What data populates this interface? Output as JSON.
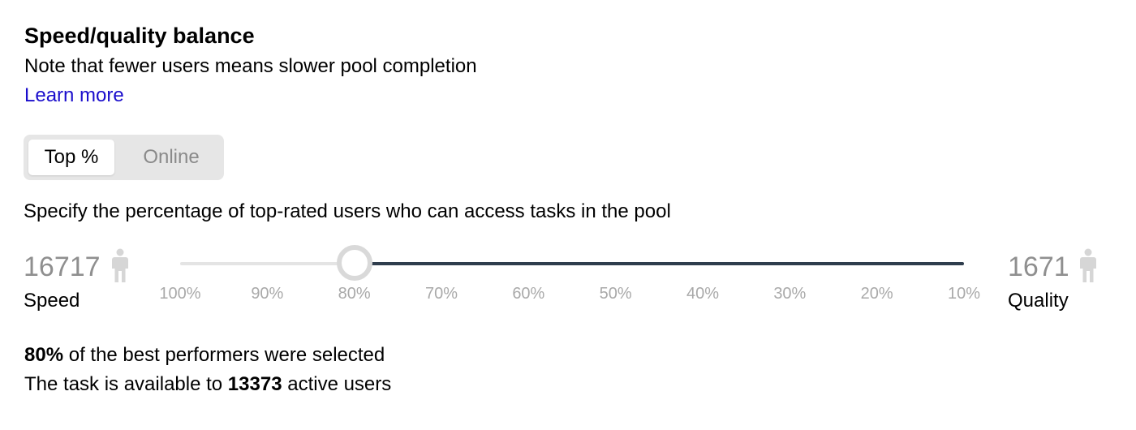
{
  "header": {
    "title": "Speed/quality balance",
    "note": "Note that fewer users means slower pool completion",
    "learn_more": "Learn more"
  },
  "mode_toggle": {
    "options": [
      "Top %",
      "Online"
    ],
    "selected": "Top %"
  },
  "description": "Specify the percentage of top-rated users who can access tasks in the pool",
  "slider": {
    "left_count": "16717",
    "left_label": "Speed",
    "right_count": "1671",
    "right_label": "Quality",
    "ticks": [
      "100%",
      "90%",
      "80%",
      "70%",
      "60%",
      "50%",
      "40%",
      "30%",
      "20%",
      "10%"
    ],
    "selected_percent": 80,
    "min_percent": 100,
    "max_percent": 10
  },
  "summary": {
    "line1_value": "80%",
    "line1_text": " of the best performers were selected",
    "line2_prefix": "The task is available to ",
    "line2_value": "13373",
    "line2_suffix": " active users"
  },
  "colors": {
    "link": "#1a0dcc",
    "track_active": "#2f3d4d",
    "track_inactive": "#e4e4e4",
    "muted_text": "#8f8f8f"
  },
  "icons": {
    "count_icon": "person-icon"
  }
}
